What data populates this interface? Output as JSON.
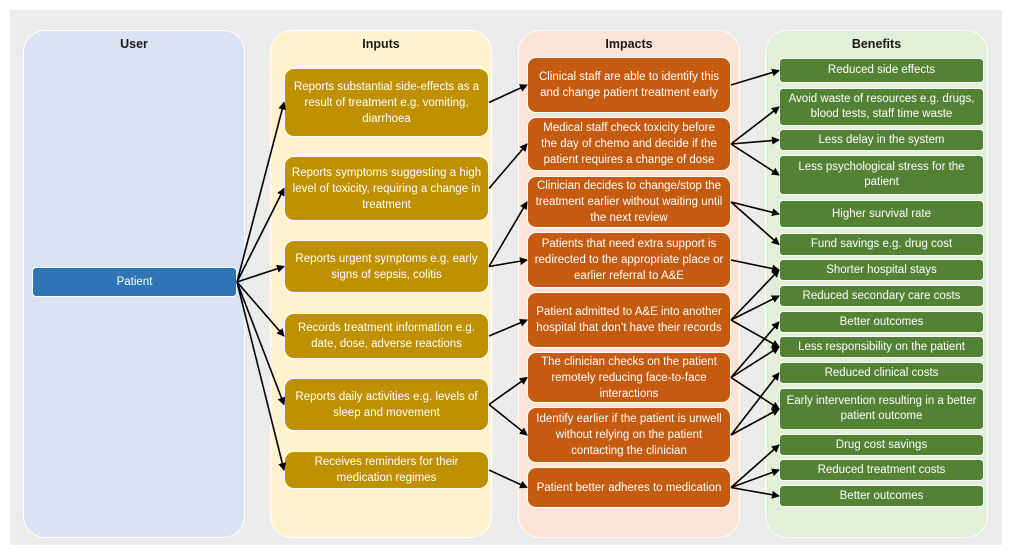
{
  "columns": {
    "user": {
      "title": "User"
    },
    "inputs": {
      "title": "Inputs"
    },
    "impacts": {
      "title": "Impacts"
    },
    "benefits": {
      "title": "Benefits"
    }
  },
  "user": {
    "label": "Patient"
  },
  "inputs": [
    "Reports substantial side-effects as a result of treatment e.g. vomiting, diarrhoea",
    "Reports symptoms suggesting a high level of toxicity, requiring a change in treatment",
    "Reports urgent symptoms e.g. early signs of sepsis, colitis",
    "Records treatment information e.g. date, dose, adverse reactions",
    "Reports daily activities e.g. levels of sleep and movement",
    "Receives reminders for their medication regimes"
  ],
  "impacts": [
    "Clinical staff are able to identify this and change patient treatment early",
    "Medical staff check toxicity before the day of chemo and decide if the patient requires a change of dose",
    "Clinician decides to change/stop the treatment earlier without waiting until the next review",
    "Patients that need extra support is redirected to the appropriate place or earlier referral to A&E",
    "Patient admitted to A&E into another hospital that don’t have their records",
    "The clinician checks on the patient remotely reducing face-to-face interactions",
    "Identify earlier if the patient is unwell without relying on the patient contacting the clinician",
    "Patient better adheres to medication"
  ],
  "benefits": [
    "Reduced side effects",
    "Avoid waste of resources e.g. drugs, blood tests, staff time waste",
    "Less delay in the system",
    "Less psychological stress for the patient",
    "Higher survival rate",
    "Fund savings e.g. drug cost",
    "Shorter hospital stays",
    "Reduced  secondary care costs",
    "Better outcomes",
    "Less responsibility on the patient",
    "Reduced clinical costs",
    "Early intervention resulting in a better patient outcome",
    "Drug cost savings",
    "Reduced treatment costs",
    "Better outcomes"
  ],
  "links": {
    "user_to_inputs": [
      0,
      1,
      2,
      3,
      4,
      5
    ],
    "inputs_to_impacts": [
      [
        0,
        0
      ],
      [
        1,
        1
      ],
      [
        2,
        2
      ],
      [
        2,
        3
      ],
      [
        3,
        4
      ],
      [
        4,
        5
      ],
      [
        4,
        6
      ],
      [
        5,
        7
      ]
    ],
    "impacts_to_benefits": [
      [
        0,
        0
      ],
      [
        1,
        1
      ],
      [
        1,
        2
      ],
      [
        1,
        3
      ],
      [
        2,
        4
      ],
      [
        2,
        5
      ],
      [
        3,
        6
      ],
      [
        4,
        6
      ],
      [
        4,
        7
      ],
      [
        4,
        9
      ],
      [
        5,
        8
      ],
      [
        5,
        9
      ],
      [
        5,
        11
      ],
      [
        6,
        10
      ],
      [
        6,
        11
      ],
      [
        7,
        12
      ],
      [
        7,
        13
      ],
      [
        7,
        14
      ]
    ]
  },
  "colors": {
    "background": "#ececec",
    "user_column": "#dae3f3",
    "inputs_column": "#fff2cc",
    "impacts_column": "#fbe5d6",
    "benefits_column": "#e2efd9",
    "user_box": "#2e75b6",
    "input_box": "#bf9000",
    "impact_box": "#c55a11",
    "benefit_box": "#548235",
    "arrow": "#000000"
  }
}
